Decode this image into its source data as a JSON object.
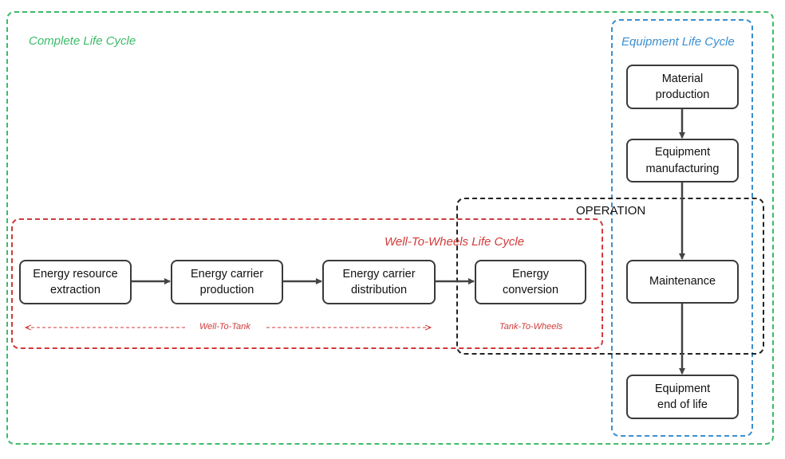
{
  "regions": {
    "complete": {
      "label": "Complete Life Cycle",
      "color": "#3dbb6a"
    },
    "equipment": {
      "label": "Equipment Life Cycle",
      "color": "#3a8fd0"
    },
    "operation": {
      "label": "OPERATION",
      "color": "#222222"
    },
    "wtw": {
      "label": "Well-To-Wheels Life Cycle",
      "color": "#d23a3a"
    }
  },
  "nodes": {
    "resource_extraction": "Energy resource\nextraction",
    "carrier_production": "Energy carrier\nproduction",
    "carrier_distribution": "Energy carrier\ndistribution",
    "energy_conversion": "Energy\nconversion",
    "material_production": "Material\nproduction",
    "equipment_manufacturing": "Equipment\nmanufacturing",
    "maintenance": "Maintenance",
    "end_of_life": "Equipment\nend of life"
  },
  "sub_labels": {
    "well_to_tank": "Well-To-Tank",
    "tank_to_wheels": "Tank-To-Wheels"
  }
}
